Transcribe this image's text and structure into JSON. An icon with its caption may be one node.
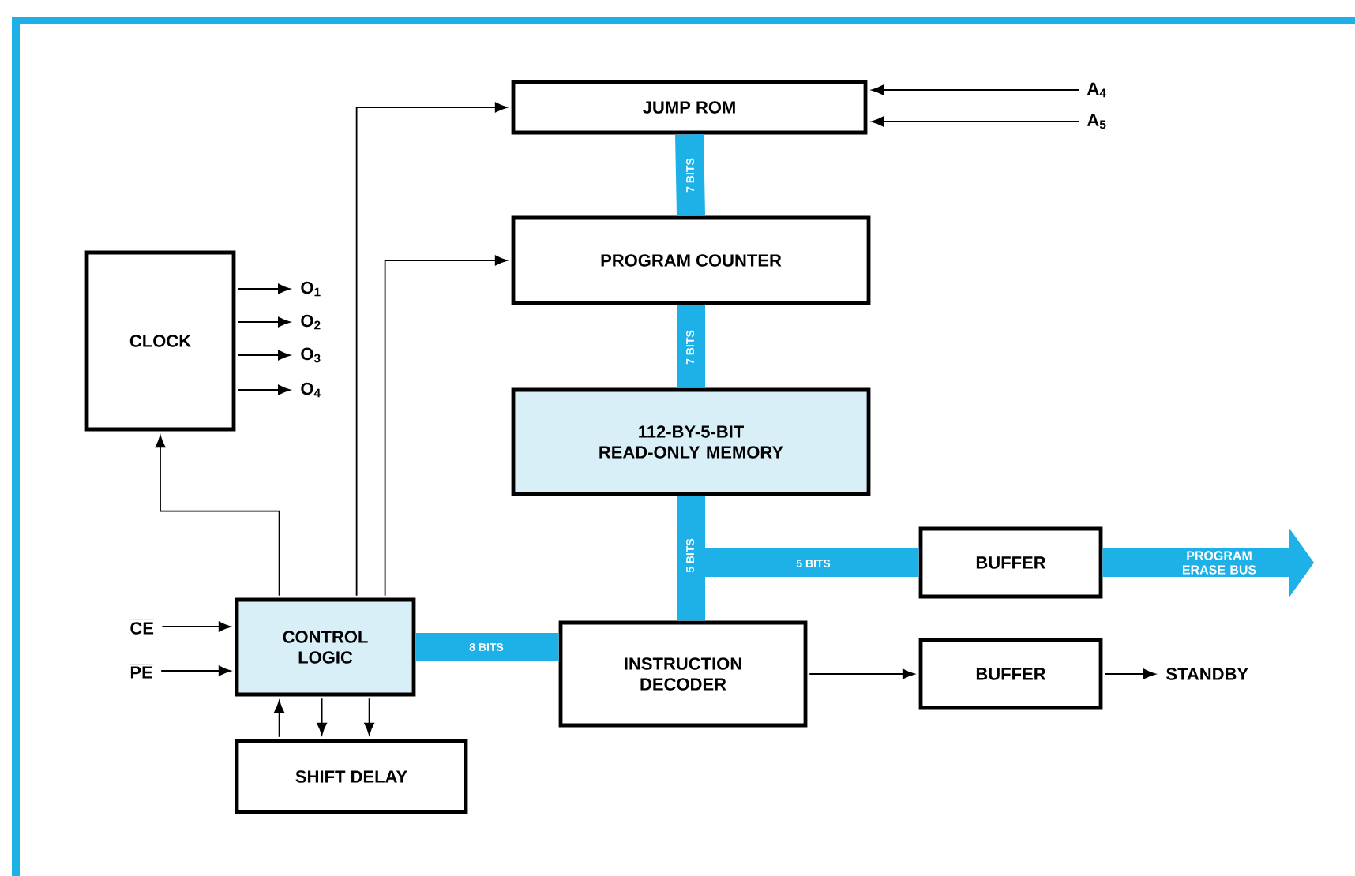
{
  "diagram": {
    "nodes": [
      {
        "text": [
          "JUMP ROM"
        ]
      },
      {
        "text": [
          "PROGRAM COUNTER"
        ]
      },
      {
        "text": [
          "112-BY-5-BIT READ-ONLY MEMORY"
        ]
      },
      {
        "text": [
          "CLOCK"
        ]
      },
      {
        "text": [
          "CONTROL LOGIC"
        ]
      },
      {
        "text": [
          "SHIFT DELAY"
        ]
      },
      {
        "text": [
          "INSTRUCTION DECODER"
        ]
      },
      {
        "text": [
          "BUFFER"
        ]
      },
      {
        "text": [
          "BUFFER"
        ]
      },
      {
        "text": [
          "A$_{4}$"
        ]
      },
      {
        "text": [
          "A$_{5}$"
        ]
      },
      {
        "text": [
          "O$_{1}$"
        ]
      },
      {
        "text": [
          "O$_{2}$"
        ]
      },
      {
        "text": [
          "O$_{3}$"
        ]
      },
      {
        "text": [
          "O$_{4}$"
        ]
      },
      {
        "text": [
          "CE"
        ]
      },
      {
        "text": [
          "PE"
        ]
      },
      {
        "text": [
          "STANDBY"
        ]
      }
    ],
    "edges": [
      {
        "from": 4,
        "to": 0,
        "arrow": "to"
      },
      {
        "from": 4,
        "to": 1,
        "arrow": "to"
      },
      {
        "from": 4,
        "to": 3,
        "arrow": "to"
      },
      {
        "from": 3,
        "to": 11,
        "arrow": "to"
      },
      {
        "from": 3,
        "to": 12,
        "arrow": "to"
      },
      {
        "from": 3,
        "to": 13,
        "arrow": "to"
      },
      {
        "from": 3,
        "to": 14,
        "arrow": "to"
      },
      {
        "from": 9,
        "to": 0,
        "arrow": "to"
      },
      {
        "from": 10,
        "to": 0,
        "arrow": "to"
      },
      {
        "from": 15,
        "to": 4,
        "arrow": "to"
      },
      {
        "from": 16,
        "to": 4,
        "arrow": "to"
      },
      {
        "from": 5,
        "to": 4,
        "arrow": "to"
      },
      {
        "from": 4,
        "to": 5,
        "arrow": "to"
      },
      {
        "from": 4,
        "to": 5,
        "arrow": "to"
      },
      {
        "from": 0,
        "to": 1,
        "arrow": "none",
        "label": "7 BITS",
        "style": "thick",
        "color": "#1eb1e8"
      },
      {
        "from": 1,
        "to": 2,
        "arrow": "none",
        "label": "7 BITS",
        "style": "thick",
        "color": "#1eb1e8"
      },
      {
        "from": 2,
        "to": 6,
        "arrow": "none",
        "label": "5 BITS",
        "style": "thick",
        "color": "#1eb1e8"
      },
      {
        "from": 2,
        "to": 7,
        "arrow": "none",
        "label": "5 BITS",
        "style": "thick",
        "color": "#1eb1e8"
      },
      {
        "from": 4,
        "to": 6,
        "arrow": "none",
        "label": "8 BITS",
        "style": "thick",
        "color": "#1eb1e8"
      },
      {
        "from": 6,
        "to": 8,
        "arrow": "to"
      },
      {
        "from": 8,
        "to": 17,
        "arrow": "to"
      },
      {
        "from": 7,
        "to": null,
        "arrow": "to",
        "label": "PROGRAM ERASE BUS",
        "style": "thick",
        "color": "#1eb1e8"
      }
    ]
  }
}
